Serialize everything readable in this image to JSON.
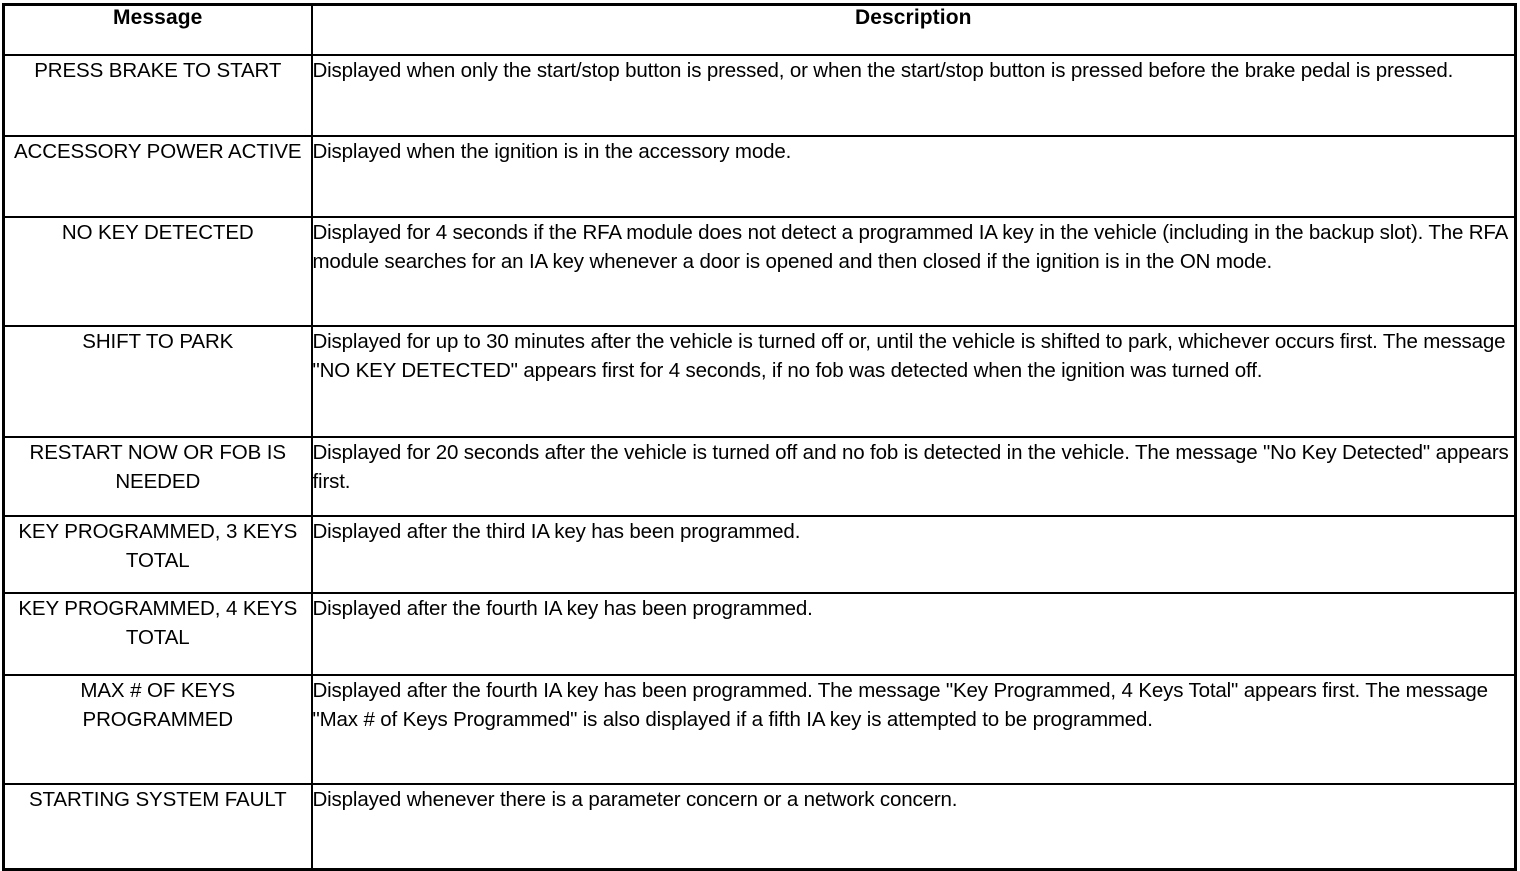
{
  "table": {
    "columns": [
      {
        "key": "message",
        "header": "Message"
      },
      {
        "key": "description",
        "header": "Description"
      }
    ],
    "rows": [
      {
        "message": "PRESS BRAKE TO START",
        "description": "Displayed when only the start/stop button is pressed, or when the start/stop button is pressed before the brake pedal is pressed."
      },
      {
        "message": "ACCESSORY POWER ACTIVE",
        "description": "Displayed when the ignition is in the accessory mode."
      },
      {
        "message": "NO KEY DETECTED",
        "description": "Displayed for 4 seconds if the RFA module does not detect a programmed IA key in the vehicle (including in the backup slot). The RFA module searches for an IA key whenever a door is opened and then closed if the ignition is in the ON mode."
      },
      {
        "message": "SHIFT TO PARK",
        "description": "Displayed for up to 30 minutes after the vehicle is turned off or, until the vehicle is shifted to park, whichever occurs first. The message \"NO KEY DETECTED\" appears first for 4 seconds, if no fob was detected when the ignition was turned off."
      },
      {
        "message": "RESTART NOW OR FOB IS NEEDED",
        "description": "Displayed for 20 seconds after the vehicle is turned off and no fob is detected in the vehicle. The message \"No Key Detected\" appears first."
      },
      {
        "message": "KEY PROGRAMMED, 3 KEYS TOTAL",
        "description": "Displayed after the third IA key has been programmed."
      },
      {
        "message": "KEY PROGRAMMED, 4 KEYS TOTAL",
        "description": "Displayed after the fourth IA key has been programmed."
      },
      {
        "message": "MAX # OF KEYS PROGRAMMED",
        "description": "Displayed after the fourth IA key has been programmed. The message \"Key Programmed, 4 Keys Total\" appears first. The message \"Max # of Keys Programmed\" is also displayed if a fifth IA key is attempted to be programmed."
      },
      {
        "message": "STARTING SYSTEM FAULT",
        "description": "Displayed whenever there is a parameter concern or a network concern."
      }
    ]
  },
  "colors": {
    "border": "#000000",
    "text": "#000000",
    "background": "#ffffff"
  }
}
